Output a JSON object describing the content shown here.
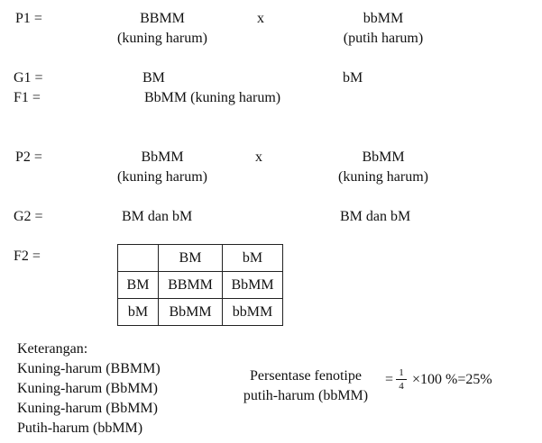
{
  "p1": {
    "label": "P1  =",
    "left_genotype": "BBMM",
    "left_phenotype": "(kuning harum)",
    "cross": "x",
    "right_genotype": "bbMM",
    "right_phenotype": "(putih harum)"
  },
  "g1": {
    "label": "G1 =",
    "left": "BM",
    "right": "bM"
  },
  "f1": {
    "label": "F1 =",
    "value": "BbMM  (kuning harum)"
  },
  "p2": {
    "label": "P2  =",
    "left_genotype": "BbMM",
    "left_phenotype": "(kuning harum)",
    "cross": "x",
    "right_genotype": "BbMM",
    "right_phenotype": "(kuning harum)"
  },
  "g2": {
    "label": "G2 =",
    "left": "BM  dan bM",
    "right": "BM  dan bM"
  },
  "f2": {
    "label": "F2 =",
    "table": {
      "header": [
        "",
        "BM",
        "bM"
      ],
      "rows": [
        [
          "BM",
          "BBMM",
          "BbMM"
        ],
        [
          "bM",
          "BbMM",
          "bbMM"
        ]
      ]
    }
  },
  "keterangan": {
    "title": "Keterangan:",
    "items": [
      "Kuning-harum (BBMM)",
      "Kuning-harum (BbMM)",
      "Kuning-harum (BbMM)",
      "Putih-harum (bbMM)"
    ]
  },
  "persentase": {
    "line1": "Persentase fenotipe",
    "line2": "putih-harum (bbMM)",
    "equals": "=",
    "numerator": "1",
    "denominator": "4",
    "rest": "×100 %=25%"
  }
}
